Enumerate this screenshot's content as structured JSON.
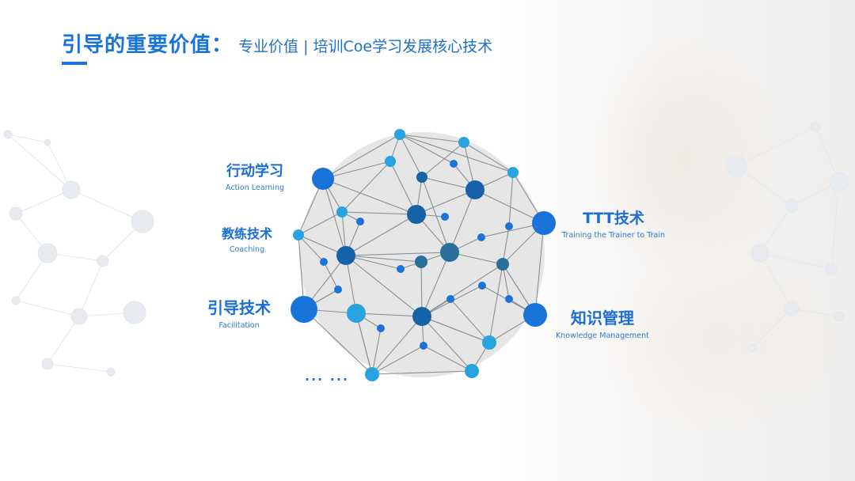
{
  "title": {
    "main": "引导的重要价值",
    "colon": "：",
    "sub": "专业价值 | 培训Coe学习发展核心技术"
  },
  "labels": {
    "action_learning": {
      "zh": "行动学习",
      "en": "Action Learning"
    },
    "coaching": {
      "zh": "教练技术",
      "en": "Coaching"
    },
    "facilitation": {
      "zh": "引导技术",
      "en": "Facilitation"
    },
    "ttt": {
      "zh": "TTT技术",
      "en": "Training the Trainer to Train"
    },
    "knowledge": {
      "zh": "知识管理",
      "en": "Knowledge Management"
    },
    "ellipsis": "... ..."
  },
  "colors": {
    "primary": "#1a73d9",
    "light_blue": "#29a3e0",
    "dark_blue": "#1562a8",
    "steel_blue": "#2a6e9c",
    "line": "#8a8f95",
    "disc": "#e6e6e6"
  }
}
